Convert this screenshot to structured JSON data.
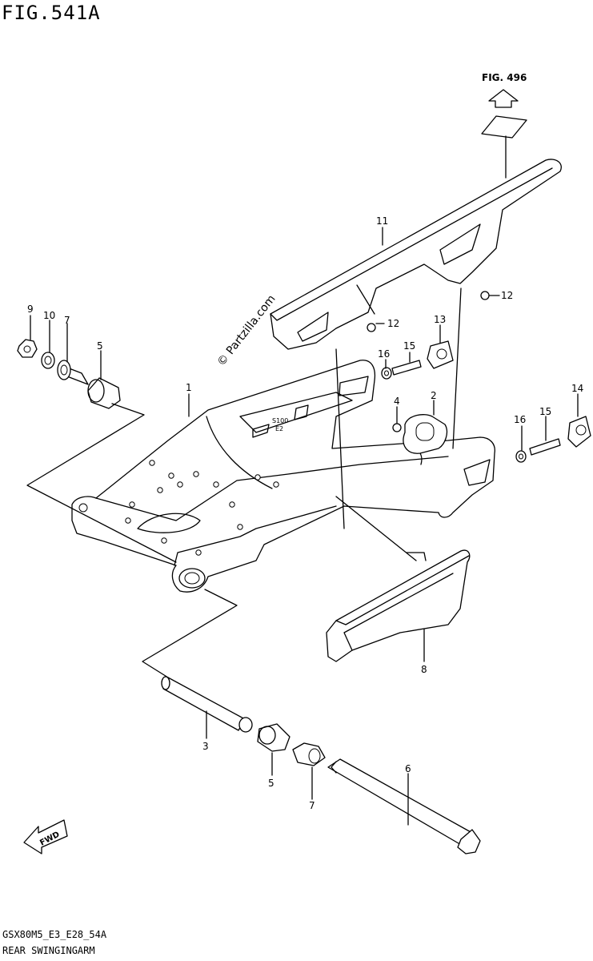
{
  "header": {
    "figure_title": "FIG.541A"
  },
  "ref": {
    "figure_link": "FIG. 496"
  },
  "watermark": "© Partzilla.com",
  "direction_label": "FWD",
  "frame_stamp": [
    "S100",
    "E2"
  ],
  "footer": {
    "model_code": "GSX80M5_E3_E28_54A",
    "section_name": "REAR SWINGINGARM"
  },
  "callouts": {
    "c1": "1",
    "c2": "2",
    "c3": "3",
    "c4": "4",
    "c5a": "5",
    "c5b": "5",
    "c6": "6",
    "c7a": "7",
    "c7b": "7",
    "c8": "8",
    "c9": "9",
    "c10": "10",
    "c11": "11",
    "c12a": "12",
    "c12b": "12",
    "c13": "13",
    "c14": "14",
    "c15a": "15",
    "c15b": "15",
    "c16a": "16",
    "c16b": "16"
  }
}
